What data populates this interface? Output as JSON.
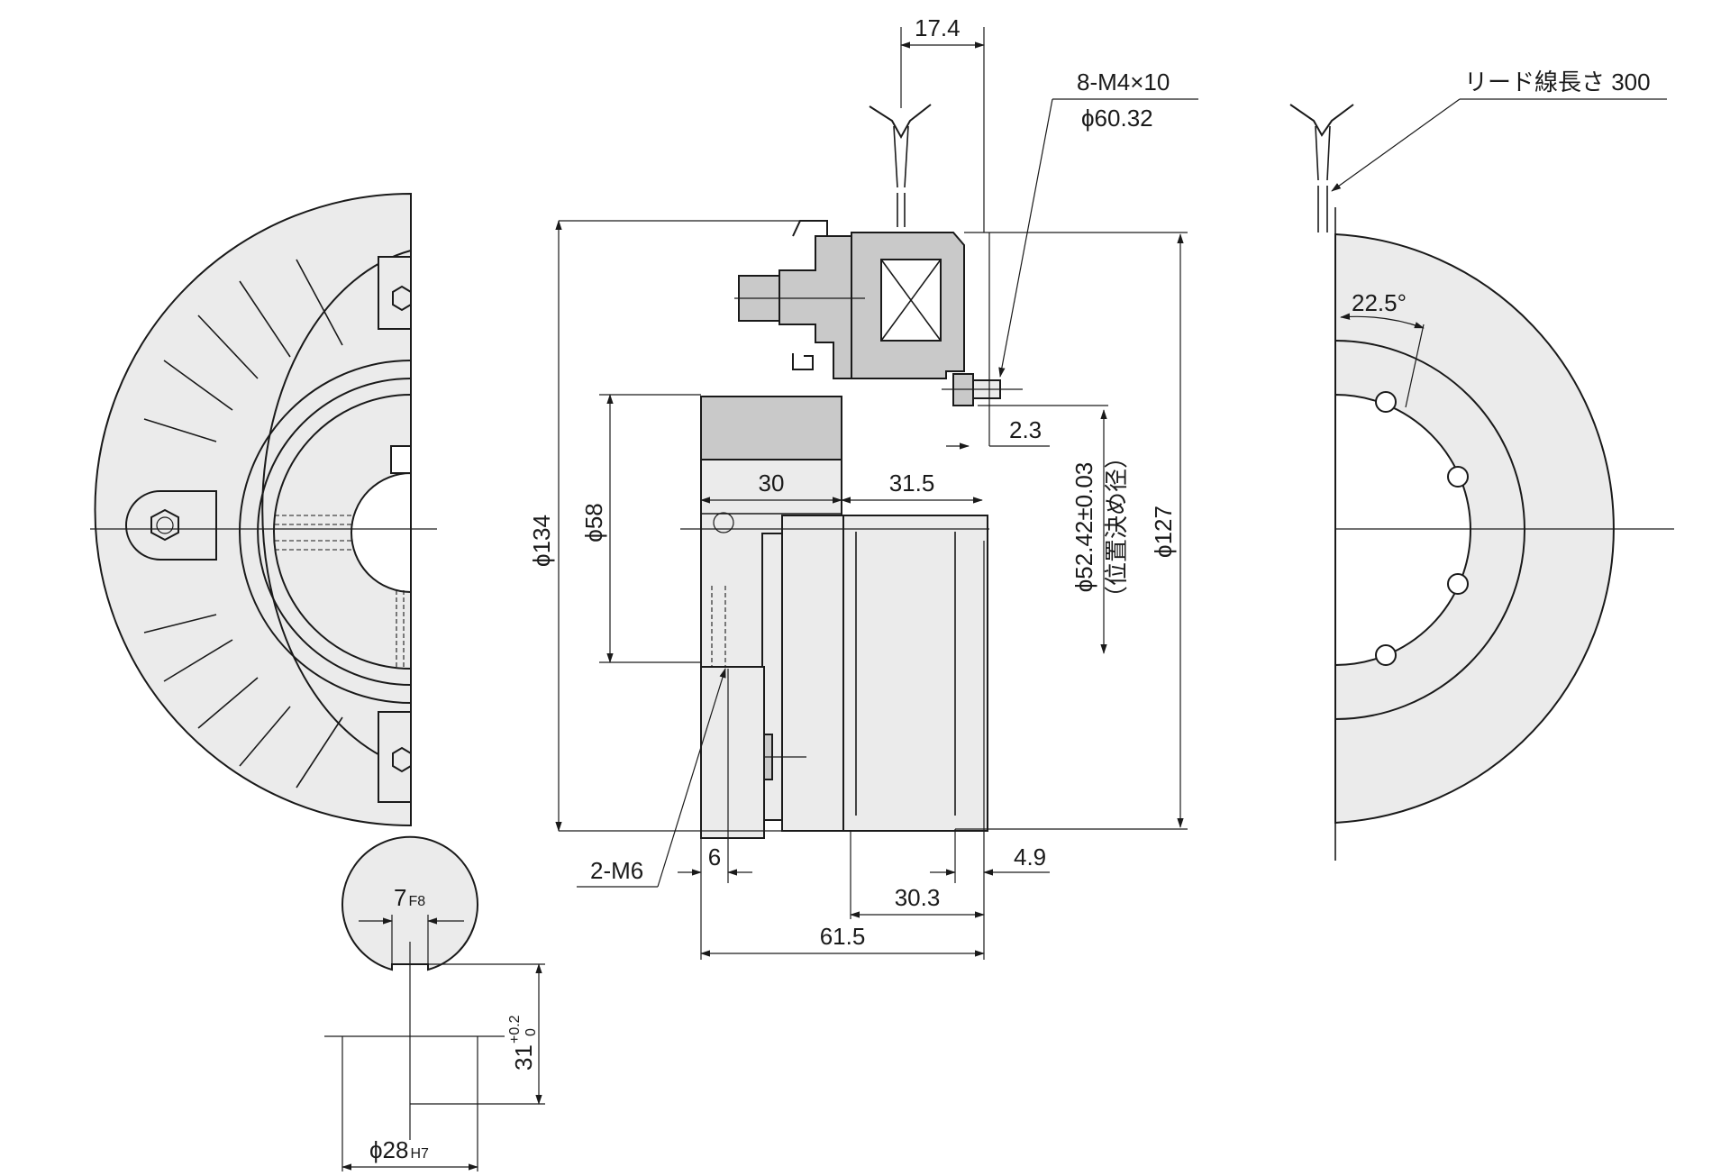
{
  "dimensions": {
    "lead_spacing": "17.4",
    "screws": "8-M4×10",
    "pcd": "ϕ60.32",
    "lead_wire": "リード線長さ 300",
    "angle": "22.5°",
    "outer_dia": "ϕ134",
    "hub_dia": "ϕ58",
    "hub_len": "30",
    "body_len": "31.5",
    "flange_gap": "2.3",
    "pilot_dia": "ϕ52.42±0.03",
    "pilot_note": "（位置決め径）",
    "coil_dia": "ϕ127",
    "tap": "2-M6",
    "tap_pos": "6",
    "rear_gap": "4.9",
    "body_len2": "30.3",
    "total_len": "61.5"
  },
  "bore": {
    "key_width": "7",
    "key_width_tol": "F8",
    "key_height": "31",
    "key_height_tol_upper": "+0.2",
    "key_height_tol_lower": "0",
    "bore_dia": "ϕ28",
    "bore_dia_tol": "H7"
  },
  "colors": {
    "line": "#1a1a1a",
    "part_fill": "#ebebeb",
    "shade_fill": "#c9c9c9",
    "background": "#ffffff"
  }
}
